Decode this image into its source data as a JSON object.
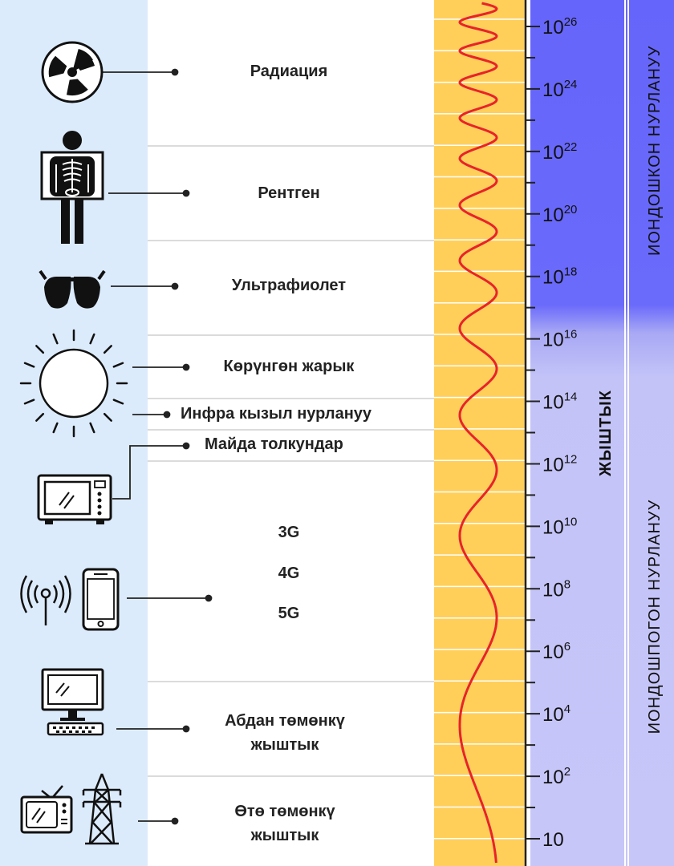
{
  "categories": [
    {
      "name": "Радиация"
    },
    {
      "name": "Рентген"
    },
    {
      "name": "Ультрафиолет"
    },
    {
      "name": "Көрүнгөн жарык"
    },
    {
      "name": "Инфра кызыл нурлануу"
    },
    {
      "name": "Майда толкундар"
    },
    {
      "name": "3G"
    },
    {
      "name": "4G"
    },
    {
      "name": "5G"
    },
    {
      "name": "Абдан төмөнкү жыштык"
    },
    {
      "name": "Өтө төмөнкү жыштык"
    }
  ],
  "axis": {
    "label": "ЖЫШТЫК",
    "ticks": [
      {
        "base": "10",
        "exp": "26"
      },
      {
        "base": "10",
        "exp": "24"
      },
      {
        "base": "10",
        "exp": "22"
      },
      {
        "base": "10",
        "exp": "20"
      },
      {
        "base": "10",
        "exp": "18"
      },
      {
        "base": "10",
        "exp": "16"
      },
      {
        "base": "10",
        "exp": "14"
      },
      {
        "base": "10",
        "exp": "12"
      },
      {
        "base": "10",
        "exp": "10"
      },
      {
        "base": "10",
        "exp": "8"
      },
      {
        "base": "10",
        "exp": "6"
      },
      {
        "base": "10",
        "exp": "4"
      },
      {
        "base": "10",
        "exp": "2"
      },
      {
        "base": "10",
        "exp": ""
      }
    ]
  },
  "bands": {
    "ionizing": "ИОНДОШКОН НУРЛАНУУ",
    "non_ionizing": "ИОНДОШПОГОН НУРЛАНУУ"
  },
  "colors": {
    "left_panel": "#dcebfb",
    "wave_strip": "#ffcf5a",
    "wave": "#e8232a",
    "ionizing": "#6565fb",
    "non_ionizing": "#c6c6f9"
  },
  "icons": [
    "radiation-icon",
    "xray-icon",
    "sunglasses-icon",
    "sun-icon",
    "microwave-icon",
    "antenna-icon",
    "phone-icon",
    "desktop-computer-icon",
    "tv-icon",
    "power-tower-icon"
  ]
}
